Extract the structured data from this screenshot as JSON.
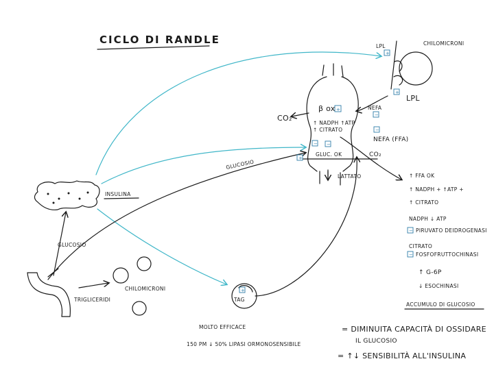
{
  "title": "CICLO DI RANDLE",
  "labels": {
    "chilomicroni_top": "CHILOMICRONI",
    "lpl_small": "LPL",
    "lpl": "LPL",
    "beta_ox": "β ox",
    "co2_left": "CO₂",
    "nadph_atp": "↑ NADPH ↑ATP",
    "citrato_up": "↑ CITRATO",
    "glucosio_ok": "GLUC. OK",
    "nefa": "NEFA",
    "nefa_ffa": "NEFA (FFA)",
    "co2_right": "CO₂",
    "lattato": "LATTATO",
    "glucosio_mid": "GLUCOSIO",
    "insulina": "INSULINA",
    "glucosio_left": "GLUCOSIO",
    "trigliceridi": "TRIGLICERIDI",
    "chilomicroni_mid": "CHILOMICRONI",
    "tag": "TAG",
    "molto_efficace": "MOLTO EFFICACE",
    "bottom_note": "150 PM ↓ 50% LIPASI ORMONOSENSIBILE"
  },
  "effects": {
    "ffa_ok": "↑ FFA OK",
    "nadph_atp": "↑ NADPH + ↑ATP +",
    "citrato": "↑ CITRATO",
    "nadph_atp2": "NADPH ↓ ATP",
    "piruvato": "PIRUVATO DEIDROGENASI",
    "citrato2": "CITRATO",
    "fosfofrutto": "FOSFOFRUTTOCHINASI",
    "g6p": "↑ G-6P",
    "esochinasi": "↓ ESOCHINASI",
    "accumulo": "ACCUMULO DI GLUCOSIO"
  },
  "conclusions": {
    "line1": "= DIMINUITA CAPACITÀ DI OSSIDARE",
    "line2": "IL GLUCOSIO",
    "line3": "= ↑↓ SENSIBILITÀ ALL'INSULINA"
  },
  "box_symbols": {
    "plus": "+",
    "minus": "−"
  }
}
